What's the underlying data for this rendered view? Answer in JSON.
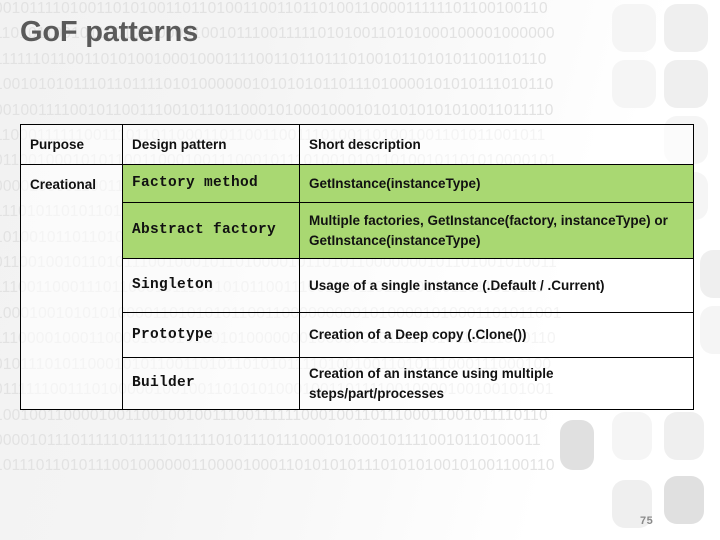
{
  "slide": {
    "title": "GoF patterns",
    "page_number": "75",
    "accent_green": "#a9d872",
    "title_color": "#5a5a5a",
    "background_pattern": "binary-digits"
  },
  "background": {
    "binary_lines": [
      "00101111010011010100110110100110011011010011000011111101100100110",
      "11010110010110010110000100101110011111010100110101000100001000000",
      "11111101100110101001000100011110011011011101001011010101100110110",
      "10010101011101101111010100000010101010110111010000101010111010110",
      "00100111100101100111001011011000101000100010101010101010011011110",
      "11000111111001110110110001101100110011101001101001001101011001011",
      "01100100010101100110001001110001011101001010110100101101010000101",
      "00001000011001100001001110001011101000000111111000010110100101010",
      "11101011010110101011010100101110110001101101000100101101110100011",
      "10100101101101011100011010010000100001100001000101111001011011101",
      "01100100101101011100100010110100001011010110000000101101001010011",
      "11100110001110110001011100101011001110011101101111001011011010110",
      "10001001010101000011010101011001100000000010100001010001101011001",
      "11100001000110000100010100101000000010000001011110010110111000110",
      "01011101011000101011001101011010101111010010011010111000111000100",
      "01111110011101000001001001101010100010011011110010000100100101001",
      "10010011000010011001001001110011111100010011011100011001011110110",
      "00001011101111101111101111101011101110001010001011110010110100011",
      "10111011010111001000000110000100011010101011101010100101001100110"
    ]
  },
  "table": {
    "headers": [
      "Purpose",
      "Design pattern",
      "Short description"
    ],
    "rows": [
      {
        "purpose": "Creational",
        "pattern": "Factory method",
        "description": "GetInstance(instanceType)",
        "highlight": true
      },
      {
        "purpose": "",
        "pattern": "Abstract factory",
        "description": "Multiple factories, GetInstance(factory, instanceType) or GetInstance(instanceType)",
        "highlight": true
      },
      {
        "purpose": "",
        "pattern": "Singleton",
        "description": "Usage of a single instance (.Default / .Current)",
        "highlight": false
      },
      {
        "purpose": "",
        "pattern": "Prototype",
        "description": "Creation of a Deep copy (.Clone())",
        "highlight": false
      },
      {
        "purpose": "",
        "pattern": "Builder",
        "description": "Creation of an instance using multiple steps/part/processes",
        "highlight": false
      }
    ]
  }
}
